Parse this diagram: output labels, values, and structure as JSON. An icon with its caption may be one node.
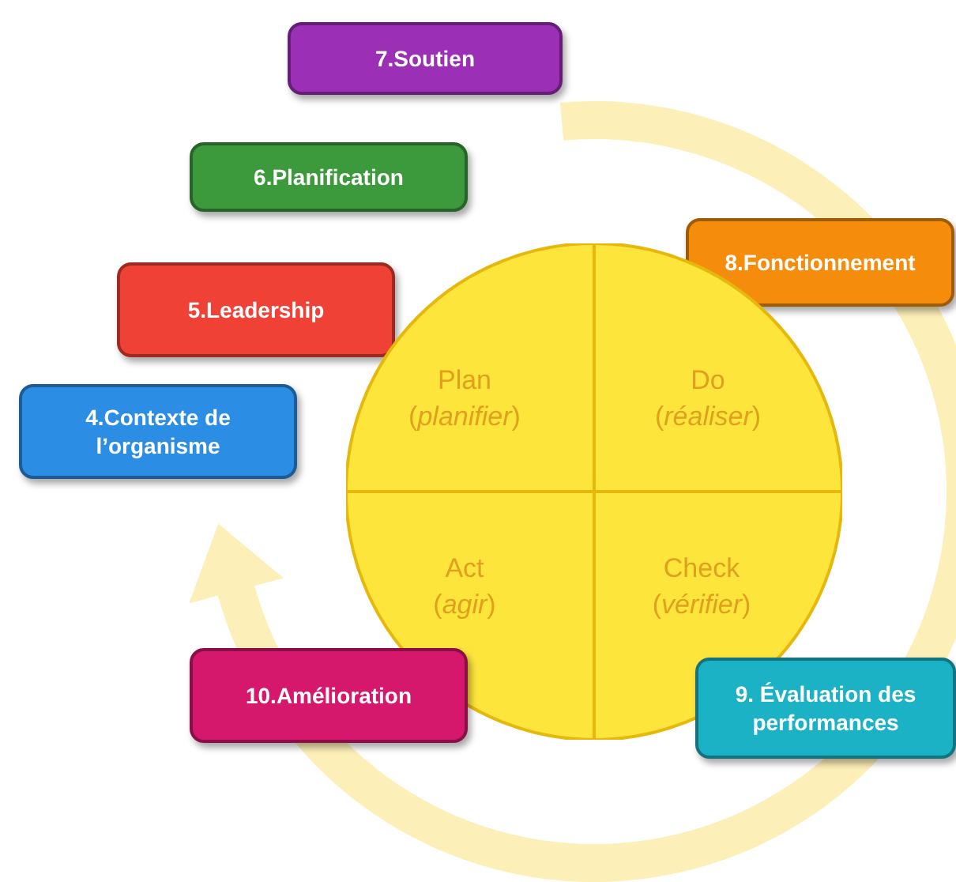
{
  "diagram": {
    "nodes": [
      {
        "text": [
          "7.Soutien"
        ]
      },
      {
        "text": [
          "6.Planification"
        ]
      },
      {
        "text": [
          "8.Fonctionnement"
        ]
      },
      {
        "text": [
          "5.Leadership"
        ]
      },
      {
        "text": [
          "Plan (*planifier*)"
        ]
      },
      {
        "text": [
          "Do (*réaliser*)"
        ]
      },
      {
        "text": [
          "4.Contexte de l’organisme"
        ]
      },
      {
        "text": [
          "Act (*agir*)"
        ]
      },
      {
        "text": [
          "Check (*vérifier*)"
        ]
      },
      {
        "text": [
          "10.Amélioration"
        ]
      },
      {
        "text": [
          "9. Évaluation des performances"
        ]
      }
    ],
    "edges": []
  }
}
